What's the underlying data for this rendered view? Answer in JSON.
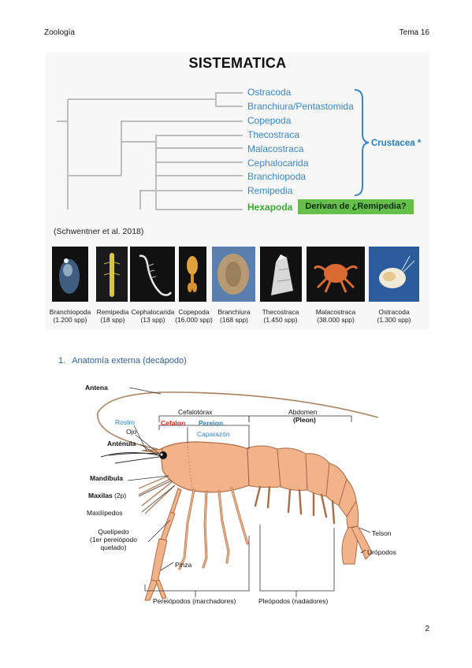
{
  "header": {
    "subject": "Zoología",
    "topic": "Tema 16"
  },
  "figure1": {
    "title": "SISTEMATICA",
    "taxa": [
      "Ostracoda",
      "Branchiura/Pentastomida",
      "Copepoda",
      "Thecostraca",
      "Malacostraca",
      "Cephalocarida",
      "Branchiopoda",
      "Remipedia"
    ],
    "hexapoda": "Hexapoda",
    "crustacea": "Crustacea *",
    "derivan": "Derivan de ¿Remipedia?",
    "citation": "(Schwentner et al. 2018)",
    "photos": [
      {
        "name": "Branchiopoda",
        "spp": "(1.200 spp)"
      },
      {
        "name": "Remipedia",
        "spp": "(18 spp)"
      },
      {
        "name": "Cephalocarida",
        "spp": "(13 spp)"
      },
      {
        "name": "Copepoda",
        "spp": "(16.000 spp)"
      },
      {
        "name": "Branchiura",
        "spp": "(168 spp)"
      },
      {
        "name": "Thecostraca",
        "spp": "(1.450 spp)"
      },
      {
        "name": "Malacostraca",
        "spp": "(38.000 spp)"
      },
      {
        "name": "Ostracoda",
        "spp": "(1.300 spp)"
      }
    ]
  },
  "section": {
    "number": "1.",
    "title": "Anatomía externa (decápodo)"
  },
  "figure2": {
    "antena": "Antena",
    "rostro": "Rostro",
    "ojo": "Ojo",
    "antenula": "Anténula",
    "mandibula": "Mandíbula",
    "maxilas": "Maxilas",
    "maxilas_note": "(2p)",
    "maxilipedos": "Maxilípedos",
    "queliped_1": "Quelípedo",
    "queliped_2": "(1er pereiópodo",
    "queliped_3": "quelado)",
    "pinza": "Pinza",
    "cefalotorax": "Cefalotórax",
    "cefalon": "Cefalon",
    "pereion": "Pereion",
    "caparazon": "Caparazón",
    "abdomen": "Abdomen",
    "pleon": "(Pleon)",
    "telson": "Telson",
    "uropodos": "Urópodos",
    "pereiopodos": "Pereiópodos (marchadores)",
    "pleopodos": "Pleópodos (nadadores)"
  },
  "page_number": "2"
}
